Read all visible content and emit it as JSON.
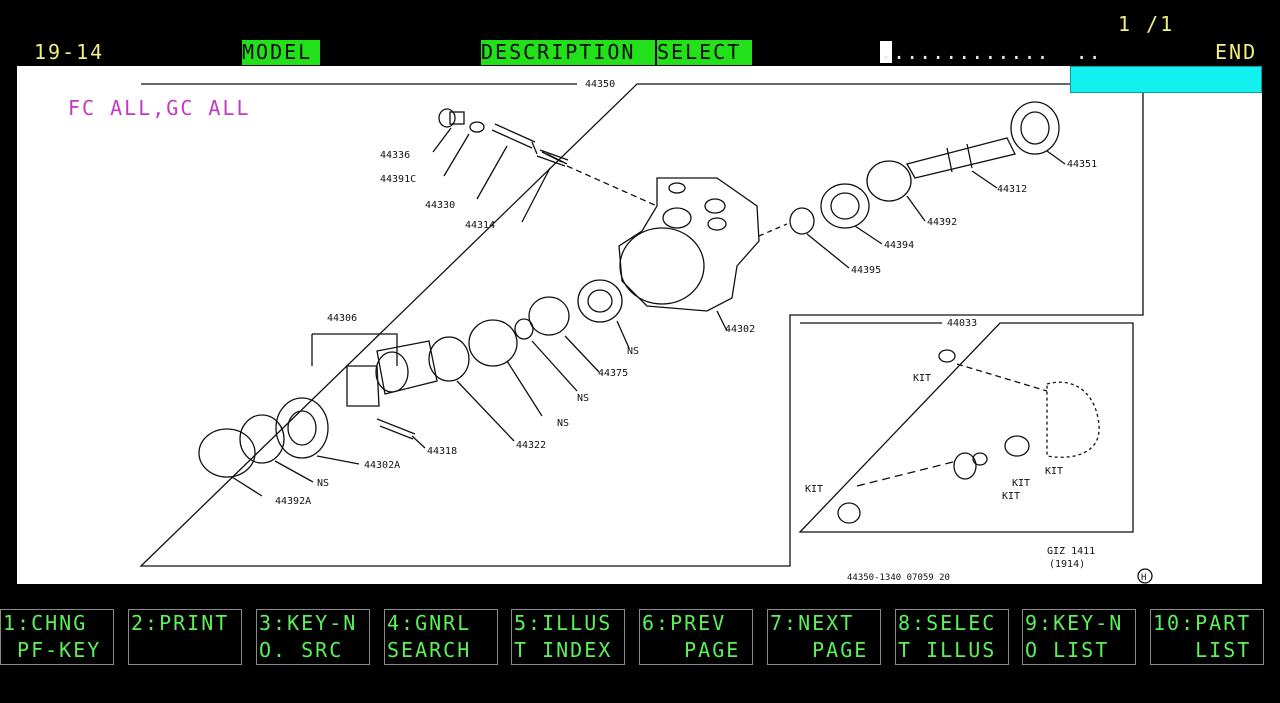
{
  "header": {
    "page_counter": "1 /1",
    "screen_code": "19-14",
    "model_label": "MODEL",
    "description_label": "DESCRIPTION",
    "select_label": "SELECT",
    "input_value": ".............  ..",
    "end_label": "END"
  },
  "colors": {
    "background": "#000000",
    "header_text": "#f2f07a",
    "field_highlight": "#22e01a",
    "pf_key_text": "#5df05a",
    "application_text": "#c23ac2",
    "cyan_box": "#12f0ef"
  },
  "illustration": {
    "application": "FC ALL,GC ALL",
    "assembly_label": "44350",
    "sub_assembly_label": "44033",
    "part_labels": {
      "p44336": "44336",
      "p44391c": "44391C",
      "p44330": "44330",
      "p44314": "44314",
      "p44351": "44351",
      "p44312": "44312",
      "p44392": "44392",
      "p44394": "44394",
      "p44395": "44395",
      "p44302": "44302",
      "p44306": "44306",
      "ns1": "NS",
      "p44375": "44375",
      "ns2": "NS",
      "ns3": "NS",
      "p44322": "44322",
      "p44318": "44318",
      "p44302a": "44302A",
      "ns4": "NS",
      "p44392a": "44392A",
      "kit1": "KIT",
      "kit2": "KIT",
      "kit3": "KIT",
      "kit4": "KIT",
      "kit5": "KIT"
    },
    "figure_code": "GIZ 1411",
    "figure_sub": "(1914)",
    "footer_ref": "44350-1340 07059 20",
    "corner_mark": "H"
  },
  "pf_keys": [
    {
      "line1": "1:CHNG",
      "line2": " PF-KEY"
    },
    {
      "line1": "2:PRINT",
      "line2": ""
    },
    {
      "line1": "3:KEY-N",
      "line2": "O. SRC"
    },
    {
      "line1": "4:GNRL",
      "line2": "SEARCH"
    },
    {
      "line1": "5:ILLUS",
      "line2": "T INDEX"
    },
    {
      "line1": "6:PREV",
      "line2": "   PAGE"
    },
    {
      "line1": "7:NEXT",
      "line2": "   PAGE"
    },
    {
      "line1": "8:SELEC",
      "line2": "T ILLUS"
    },
    {
      "line1": "9:KEY-N",
      "line2": "O LIST"
    },
    {
      "line1": "10:PART",
      "line2": "   LIST"
    }
  ]
}
